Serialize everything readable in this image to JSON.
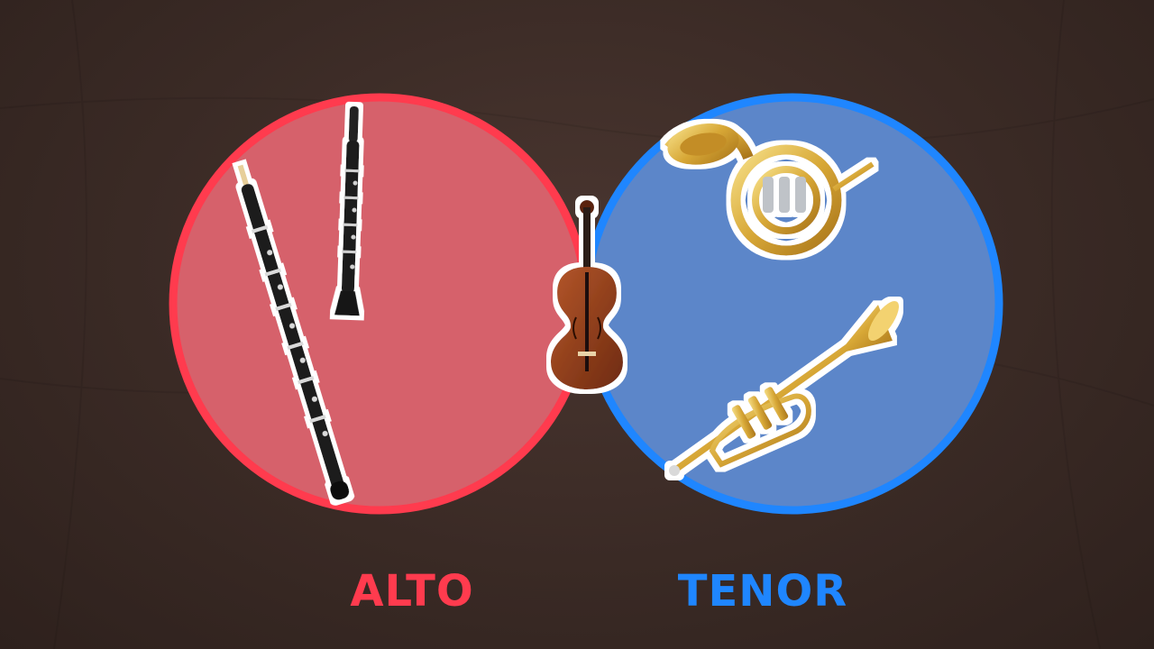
{
  "colors": {
    "background": "#3a2a25",
    "alto": "#ff3b4e",
    "tenor": "#1f86ff",
    "overlap": "#a64ac8"
  },
  "sets": [
    {
      "id": "alto",
      "label": "ALTO",
      "color": "#ff3b4e",
      "members": [
        "oboe",
        "clarinet"
      ]
    },
    {
      "id": "tenor",
      "label": "TENOR",
      "color": "#1f86ff",
      "members": [
        "french-horn",
        "trumpet"
      ]
    }
  ],
  "intersection": {
    "members": [
      "violin"
    ]
  },
  "icons": [
    "oboe-icon",
    "clarinet-icon",
    "violin-icon",
    "french-horn-icon",
    "trumpet-icon"
  ]
}
